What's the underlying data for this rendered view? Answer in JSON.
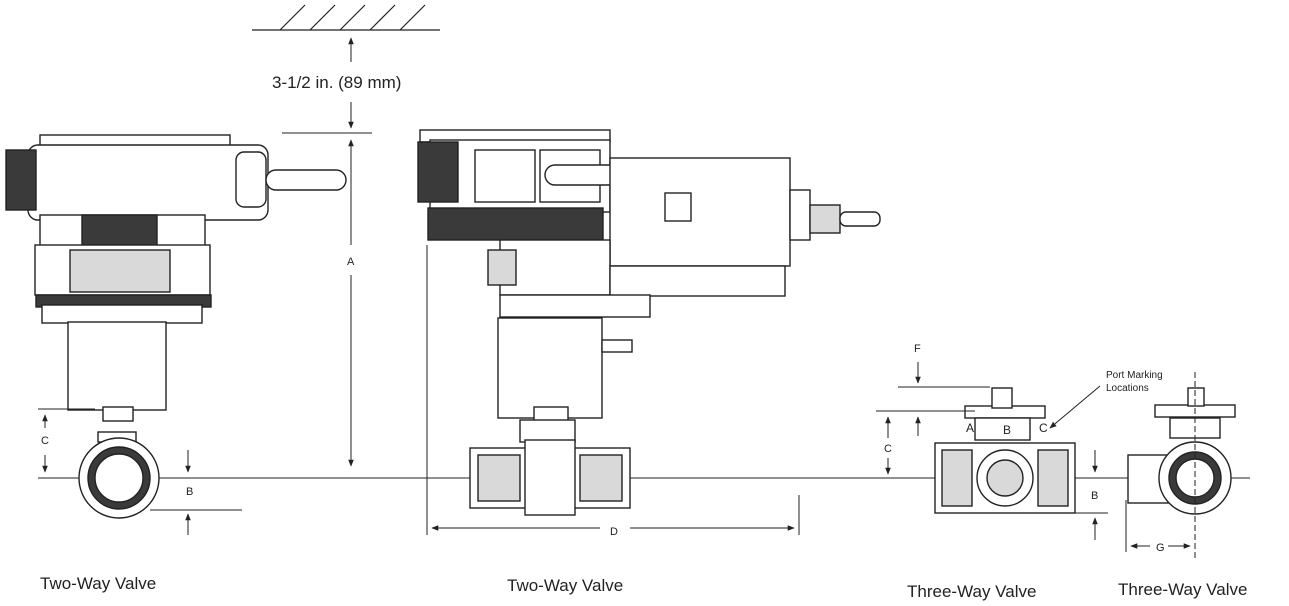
{
  "clearance": {
    "text": "3-1/2 in. (89 mm)"
  },
  "dimensions": {
    "a": "A",
    "b": "B",
    "c": "C",
    "d": "D",
    "f": "F",
    "g": "G"
  },
  "ports": {
    "a": "A",
    "b": "B",
    "c": "C",
    "note_line1": "Port Marking",
    "note_line2": "Locations"
  },
  "captions": {
    "two_way_left": "Two-Way Valve",
    "two_way_center": "Two-Way Valve",
    "three_way_front": "Three-Way Valve",
    "three_way_side": "Three-Way Valve"
  },
  "colors": {
    "ink": "#222222",
    "fill_dark": "#3a3a3a",
    "fill_mid": "#d9d9d9"
  }
}
